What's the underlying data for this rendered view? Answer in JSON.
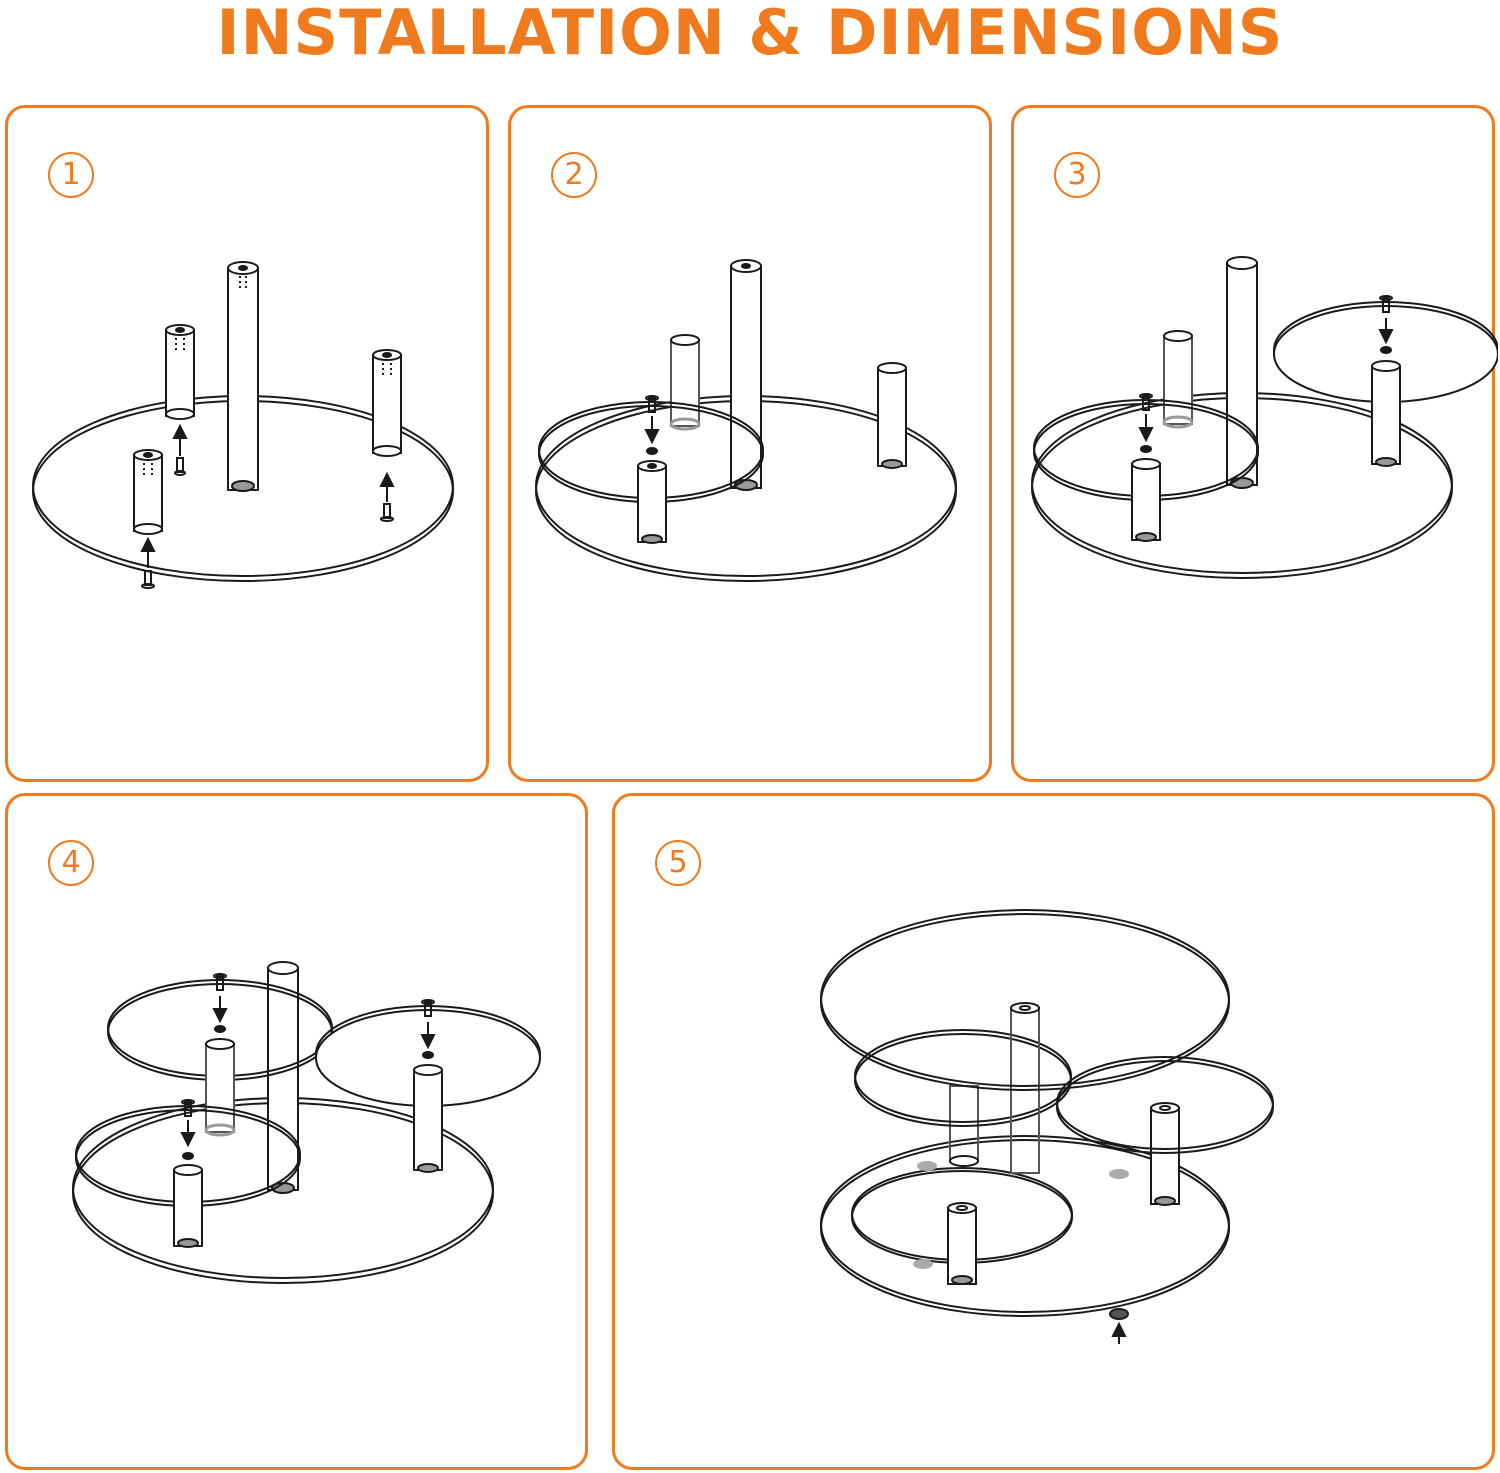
{
  "title": "INSTALLATION & DIMENSIONS",
  "colors": {
    "accent": "#f07a1e",
    "line": "#1a1a1a",
    "gray": "#9a9a9a"
  },
  "steps": [
    {
      "number": "1",
      "icon": "step-1-assembly-illustration"
    },
    {
      "number": "2",
      "icon": "step-2-assembly-illustration"
    },
    {
      "number": "3",
      "icon": "step-3-assembly-illustration"
    },
    {
      "number": "4",
      "icon": "step-4-assembly-illustration"
    },
    {
      "number": "5",
      "icon": "step-5-assembly-illustration"
    }
  ]
}
